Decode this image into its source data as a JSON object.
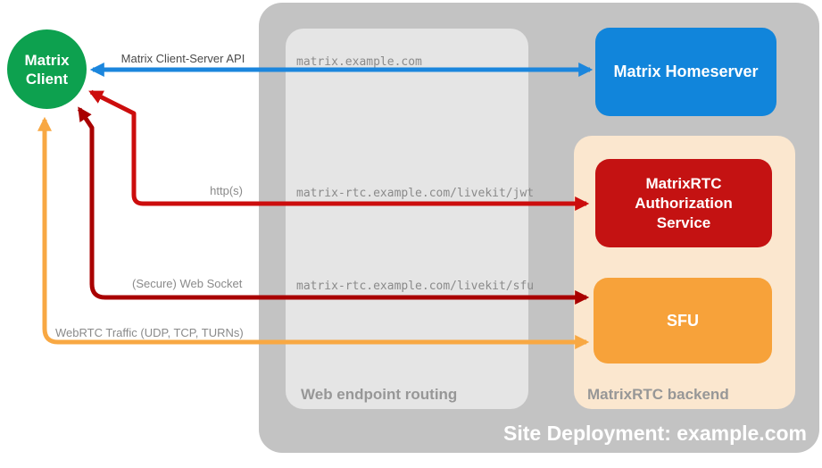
{
  "nodes": {
    "client": {
      "label": "Matrix Client",
      "color": "#0DA14F"
    },
    "homeserver": {
      "label": "Matrix Homeserver",
      "color": "#1185DB"
    },
    "auth": {
      "label": "MatrixRTC Authorization Service",
      "color": "#C41212"
    },
    "sfu": {
      "label": "SFU",
      "color": "#F7A23A"
    }
  },
  "containers": {
    "site": {
      "label": "Site Deployment: example.com",
      "color": "#C3C3C3",
      "label_color": "#FFFFFF"
    },
    "routing": {
      "label": "Web endpoint routing",
      "color": "#E5E5E5",
      "label_color": "#979797"
    },
    "backend": {
      "label": "MatrixRTC backend",
      "color": "#FBE7CF",
      "label_color": "#979797"
    }
  },
  "endpoints": {
    "homeserver": "matrix.example.com",
    "jwt": "matrix-rtc.example.com/livekit/jwt",
    "sfu": "matrix-rtc.example.com/livekit/sfu"
  },
  "arrows": {
    "cs_api": {
      "label": "Matrix Client-Server API",
      "color": "#1B86DD",
      "label_color": "#4A4A4A"
    },
    "http": {
      "label": "http(s)",
      "color": "#CC0D0D",
      "label_color": "#8A8A8A"
    },
    "websocket": {
      "label": "(Secure) Web Socket",
      "color": "#A90000",
      "label_color": "#8A8A8A"
    },
    "webrtc": {
      "label": "WebRTC Traffic (UDP, TCP, TURNs)",
      "color": "#F8A843",
      "label_color": "#8A8A8A"
    }
  }
}
